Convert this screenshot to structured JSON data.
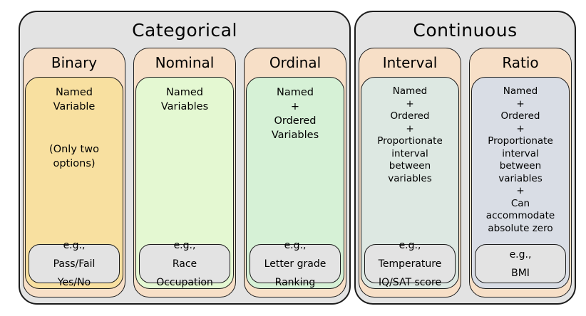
{
  "colors": {
    "group_bg": "#e3e3e3",
    "header_bg": "#f7dfc7",
    "binary_bg": "#f8e0a0",
    "nominal_bg": "#e4f8d2",
    "ordinal_bg": "#d6f1d6",
    "interval_bg": "#dde8e2",
    "ratio_bg": "#d9dde5",
    "example_bg": "#e3e3e3",
    "border": "#1c1c1c"
  },
  "groups": [
    {
      "title": "Categorical",
      "columns": [
        {
          "header": "Binary",
          "lines": [
            "Named",
            "Variable",
            "",
            "",
            "(Only two",
            "options)"
          ],
          "examples": [
            "e.g.,",
            "Pass/Fail",
            "Yes/No"
          ]
        },
        {
          "header": "Nominal",
          "lines": [
            "Named",
            "Variables"
          ],
          "examples": [
            "e.g.,",
            "Race",
            "Occupation"
          ]
        },
        {
          "header": "Ordinal",
          "lines": [
            "Named",
            "+",
            "Ordered",
            "Variables"
          ],
          "examples": [
            "e.g.,",
            "Letter grade",
            "Ranking"
          ]
        }
      ]
    },
    {
      "title": "Continuous",
      "columns": [
        {
          "header": "Interval",
          "lines": [
            "Named",
            "+",
            "Ordered",
            "+",
            "Proportionate",
            "interval",
            "between",
            "variables"
          ],
          "examples": [
            "e.g.,",
            "Temperature",
            "IQ/SAT score"
          ]
        },
        {
          "header": "Ratio",
          "lines": [
            "Named",
            "+",
            "Ordered",
            "+",
            "Proportionate",
            "interval",
            "between",
            "variables",
            "+",
            "Can",
            "accommodate",
            "absolute zero"
          ],
          "examples": [
            "e.g.,",
            "BMI"
          ]
        }
      ]
    }
  ]
}
